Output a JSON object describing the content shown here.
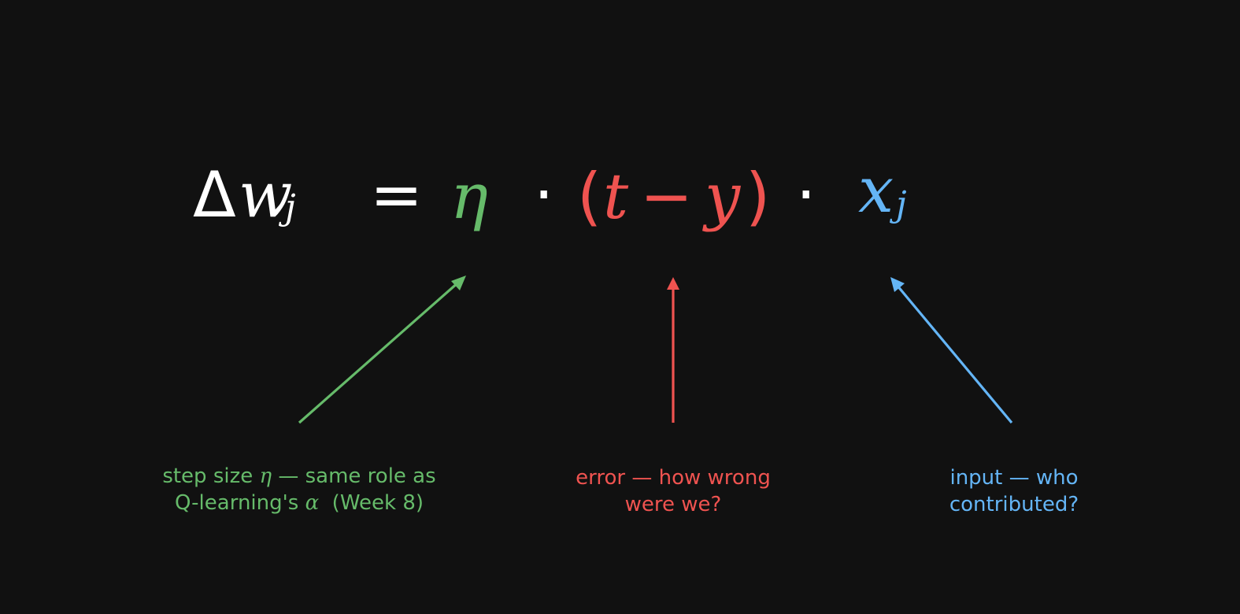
{
  "colors": {
    "background": "#111111",
    "white": "#ffffff",
    "green": "#66bb6a",
    "red": "#ef5350",
    "blue": "#64b5f6"
  },
  "equation": {
    "delta": "Δ",
    "w": "w",
    "w_sub": "j",
    "equals": "=",
    "eta": "η",
    "dot1": "·",
    "open_paren": "(",
    "t": "t",
    "minus": "−",
    "y": "y",
    "close_paren": ")",
    "dot2": "·",
    "x": "x",
    "x_sub": "j"
  },
  "annotations": {
    "step": {
      "line1_pre": "step size ",
      "line1_sym": "η",
      "line1_post": " — same role as",
      "line2_pre": "Q-learning's ",
      "line2_sym": "α",
      "line2_post": "  (Week 8)"
    },
    "error": {
      "line1": "error — how wrong",
      "line2": "were we?"
    },
    "input": {
      "line1": "input — who",
      "line2": "contributed?"
    }
  }
}
